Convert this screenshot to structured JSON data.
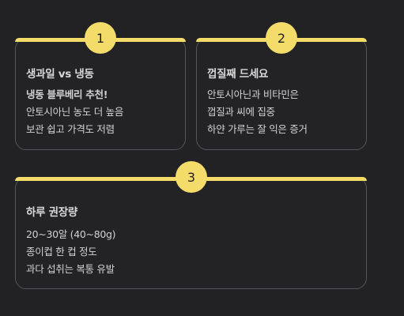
{
  "accent_color": "#f4dc6a",
  "cards": [
    {
      "number": "1",
      "title": "생과일 vs 냉동",
      "lines": [
        "냉동 블루베리 추천!",
        "안토시아닌 농도 더 높음",
        "보관 쉽고 가격도 저렴"
      ]
    },
    {
      "number": "2",
      "title": "껍질째 드세요",
      "lines": [
        "안토시아닌과 비타민은",
        "껍질과 씨에 집중",
        "하얀 가루는 잘 익은 증거"
      ]
    },
    {
      "number": "3",
      "title": "하루 권장량",
      "lines": [
        "20~30알 (40~80g)",
        "종이컵 한 컵 정도",
        "과다 섭취는 복통 유발"
      ]
    }
  ]
}
